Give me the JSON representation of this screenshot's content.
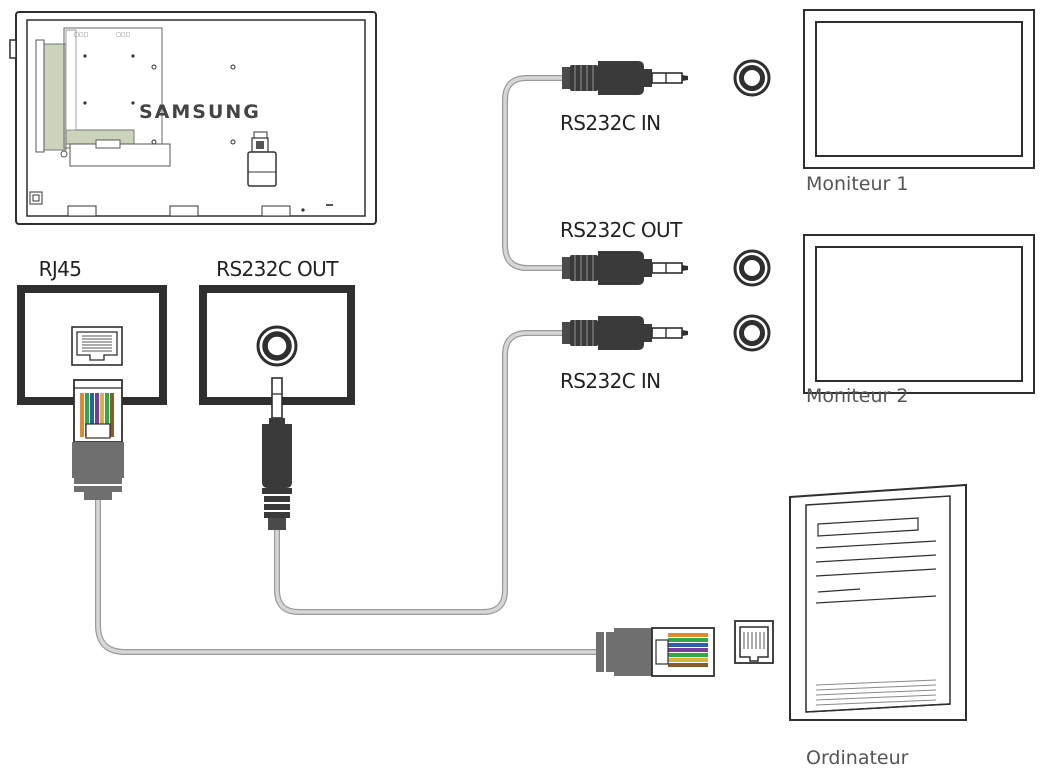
{
  "brand": "SAMSUNG",
  "colors": {
    "cable": "#cfcfcf",
    "cable_edge": "#9a9a9a",
    "plug_dark": "#3a3a3a",
    "rj45_boot": "#6f6f6f",
    "panel_highlight": "#cbd3bd",
    "frame": "#2f2f2f",
    "wire_colors": [
      "#e08a2a",
      "#2fa84a",
      "#2d5fae",
      "#7a3c9a",
      "#d8b43a",
      "#8a5a2a"
    ]
  },
  "ports": {
    "rj45": "RJ45",
    "rs232c_out": "RS232C OUT"
  },
  "connections": {
    "monitor1_in": "RS232C IN",
    "monitor1_out": "RS232C OUT",
    "monitor2_in": "RS232C IN"
  },
  "devices": {
    "monitor1": "Moniteur 1",
    "monitor2": "Moniteur 2",
    "computer": "Ordinateur"
  },
  "icons": {
    "display_back": "display-rear-panel-icon",
    "monitor": "monitor-icon",
    "computer": "tower-pc-icon",
    "jack": "stereo-jack-icon",
    "rj45": "rj45-connector-icon"
  }
}
